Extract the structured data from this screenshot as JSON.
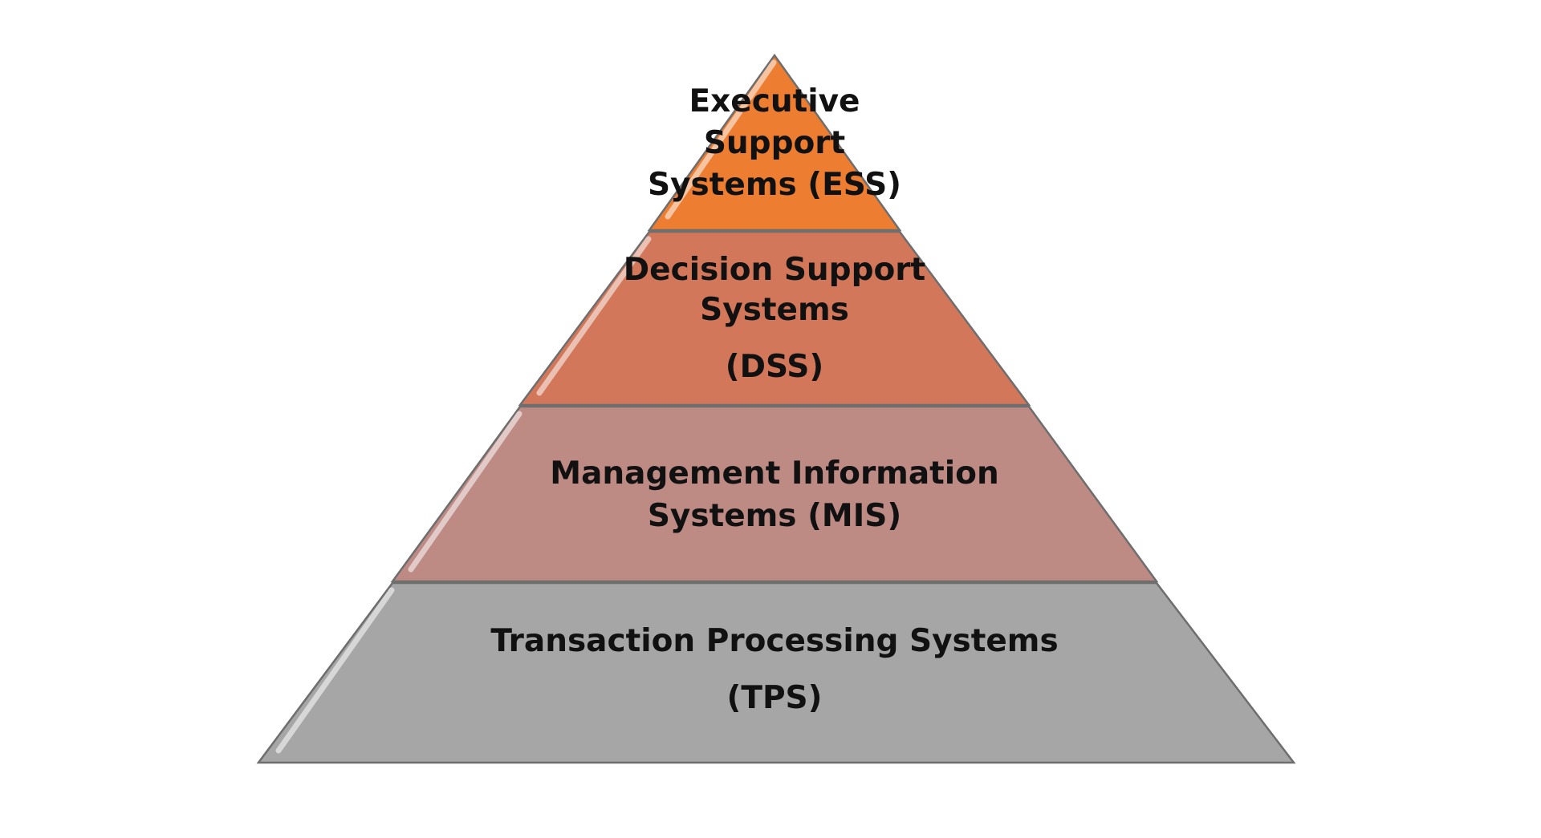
{
  "pyramid": {
    "levels": [
      {
        "id": "ess",
        "lines": [
          "Executive",
          "Support",
          "Systems (ESS)"
        ],
        "color": "#ED7D31"
      },
      {
        "id": "dss",
        "lines": [
          "Decision Support",
          "Systems",
          "(DSS)"
        ],
        "color": "#D3775A"
      },
      {
        "id": "mis",
        "lines": [
          "Management Information",
          "Systems (MIS)"
        ],
        "color": "#BD8A84"
      },
      {
        "id": "tps",
        "lines": [
          "Transaction Processing Systems",
          "(TPS)"
        ],
        "color": "#A6A6A6"
      }
    ]
  }
}
